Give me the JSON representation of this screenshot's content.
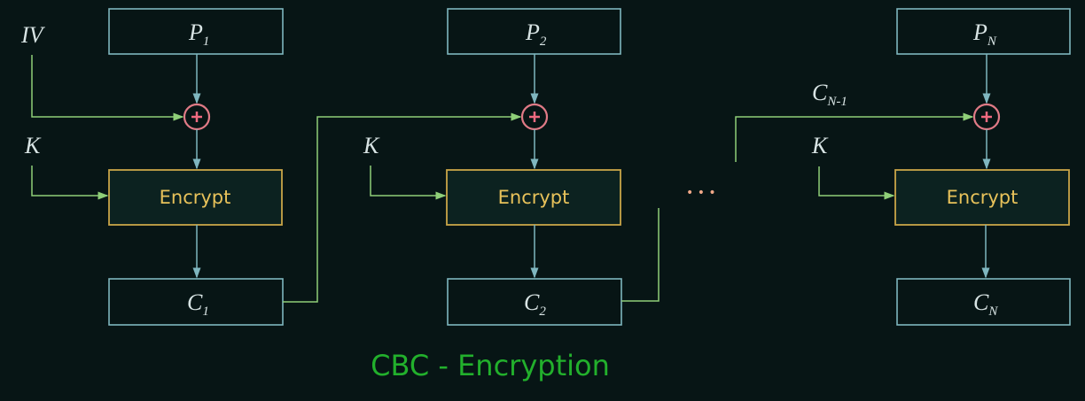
{
  "title": "CBC - Encryption",
  "iv_label": "IV",
  "key_label": "K",
  "encrypt_label": "Encrypt",
  "ellipsis": "• • •",
  "chain_label": {
    "base": "C",
    "sub": "N-1"
  },
  "blocks": [
    {
      "plain": {
        "base": "P",
        "sub": "1"
      },
      "cipher": {
        "base": "C",
        "sub": "1"
      }
    },
    {
      "plain": {
        "base": "P",
        "sub": "2"
      },
      "cipher": {
        "base": "C",
        "sub": "2"
      }
    },
    {
      "plain": {
        "base": "P",
        "sub": "N"
      },
      "cipher": {
        "base": "C",
        "sub": "N"
      }
    }
  ],
  "colors": {
    "background": "#071515",
    "box": "#7fb6bf",
    "encrypt": "#c9a548",
    "arrow_green": "#8fcf78",
    "xor": "#e07a86",
    "title": "#22b02c"
  }
}
